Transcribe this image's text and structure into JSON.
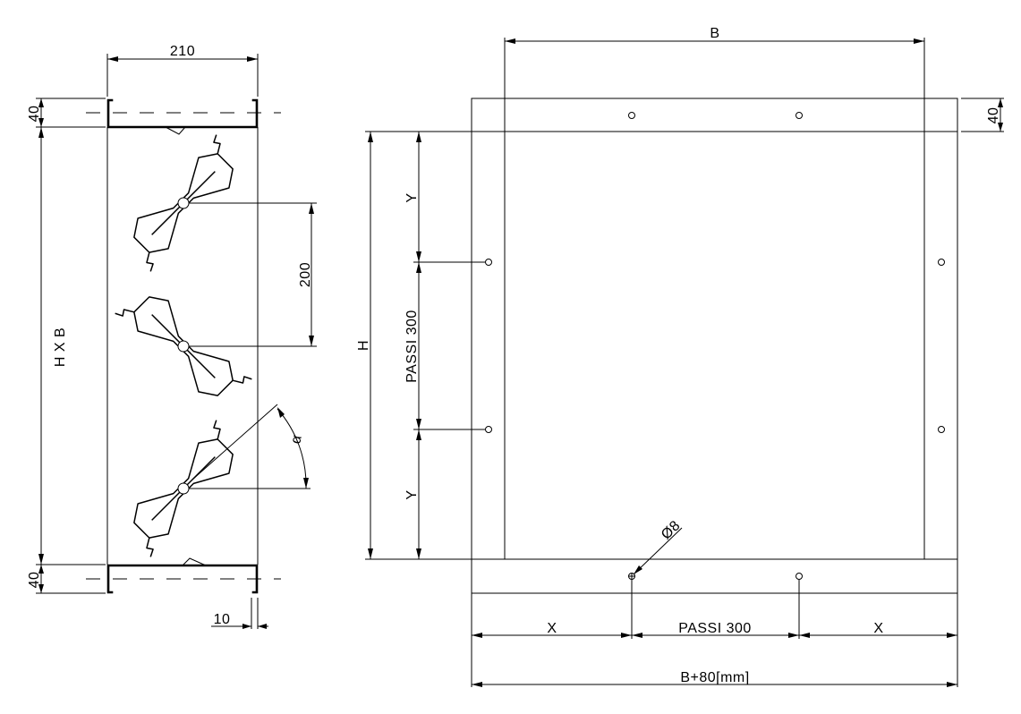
{
  "side_view": {
    "width_label": "210",
    "top_flange_label": "40",
    "bottom_flange_label": "40",
    "height_label": "H X B",
    "blade_pitch_label": "200",
    "angle_label": "α",
    "lip_label": "10"
  },
  "front_view": {
    "width_label": "B",
    "flange_label": "40",
    "height_label": "H",
    "y_top_label": "Y",
    "y_bottom_label": "Y",
    "vertical_pitch_label": "PASSI 300",
    "hole_label": "Ø8",
    "x_left_label": "X",
    "x_right_label": "X",
    "horizontal_pitch_label": "PASSI 300",
    "overall_label": "B+80[mm]"
  }
}
